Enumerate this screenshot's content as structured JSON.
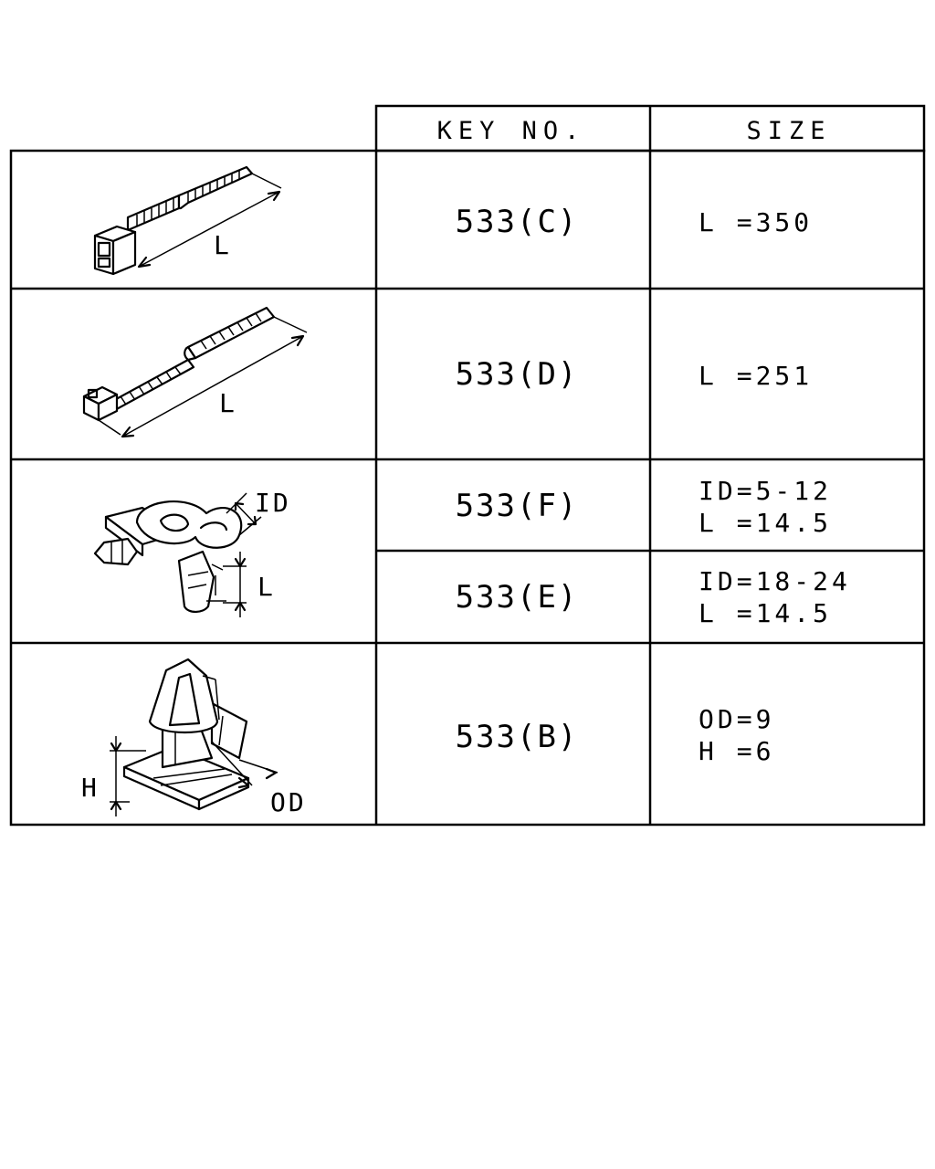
{
  "table": {
    "headers": {
      "key_no": "KEY NO.",
      "size": "SIZE"
    },
    "rows": [
      {
        "key": "533(C)",
        "size_lines": [
          "L =350"
        ],
        "icon": "cable-tie-icon",
        "dim_labels": [
          "L"
        ]
      },
      {
        "key": "533(D)",
        "size_lines": [
          "L =251"
        ],
        "icon": "releasable-cable-tie-icon",
        "dim_labels": [
          "L"
        ]
      },
      {
        "key": "533(F)",
        "size_lines": [
          "ID=5-12",
          "L =14.5"
        ],
        "icon": "harness-clamp-icon",
        "dim_labels": [
          "ID",
          "L"
        ]
      },
      {
        "key": "533(E)",
        "size_lines": [
          "ID=18-24",
          "L =14.5"
        ]
      },
      {
        "key": "533(B)",
        "size_lines": [
          "OD=9",
          "H =6"
        ],
        "icon": "push-clip-icon",
        "dim_labels": [
          "H",
          "OD"
        ]
      }
    ]
  }
}
